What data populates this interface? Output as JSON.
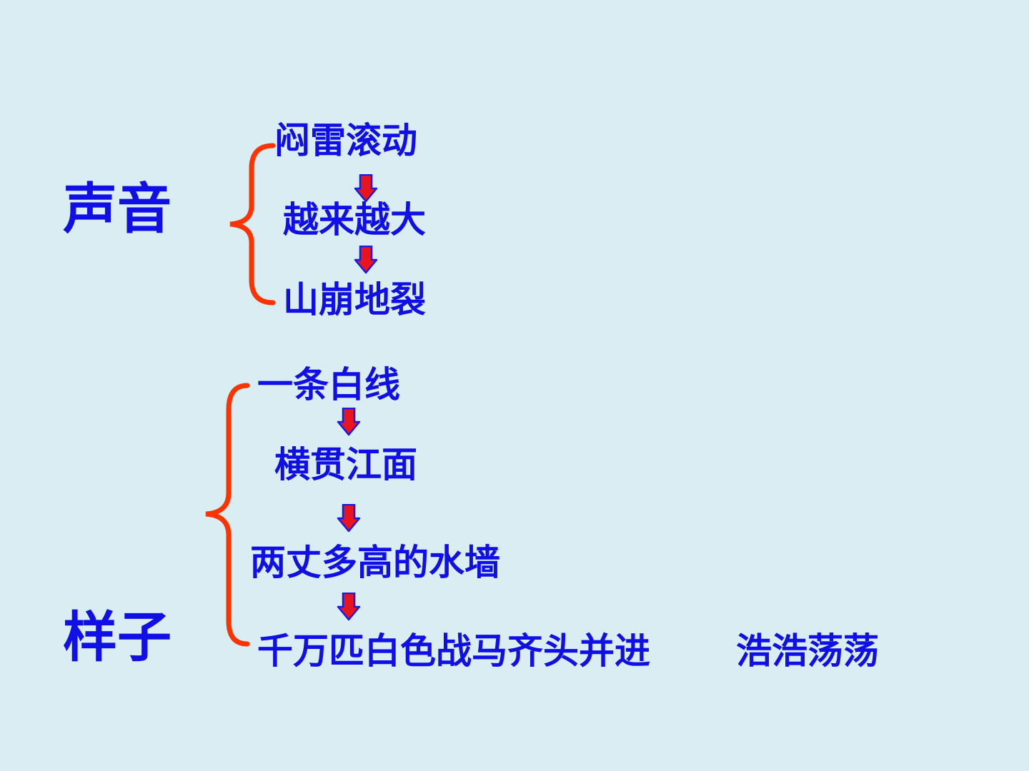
{
  "sound": {
    "label": "声音",
    "steps": [
      "闷雷滚动",
      "越来越大",
      "山崩地裂"
    ]
  },
  "shape": {
    "label": "样子",
    "steps": [
      "一条白线",
      "横贯江面",
      "两丈多高的水墙",
      "千万匹白色战马齐头并进"
    ],
    "extra": "浩浩荡荡"
  },
  "colors": {
    "text": "#1010e6",
    "brace": "#ff3300",
    "arrow_fill": "#e8141e",
    "arrow_outline": "#1a1ae6",
    "background": "#d9edf2"
  },
  "icons": {
    "arrow": "down-arrow-icon",
    "brace": "left-curly-brace"
  }
}
